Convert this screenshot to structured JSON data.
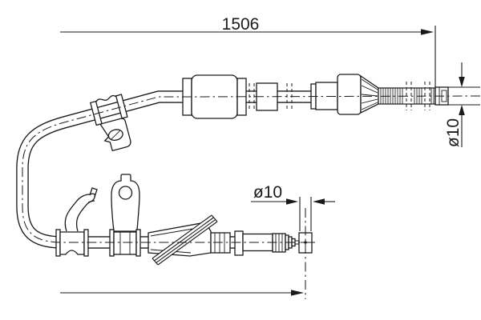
{
  "page": {
    "background": "#ffffff",
    "line_color": "#1a1a1a"
  },
  "drawing": {
    "type": "technical-diagram",
    "subject": "parking brake cable with fittings and mounting brackets",
    "labels": {
      "overall_length": "1506",
      "diameter_right": "ø10",
      "diameter_mid": "ø10"
    }
  }
}
